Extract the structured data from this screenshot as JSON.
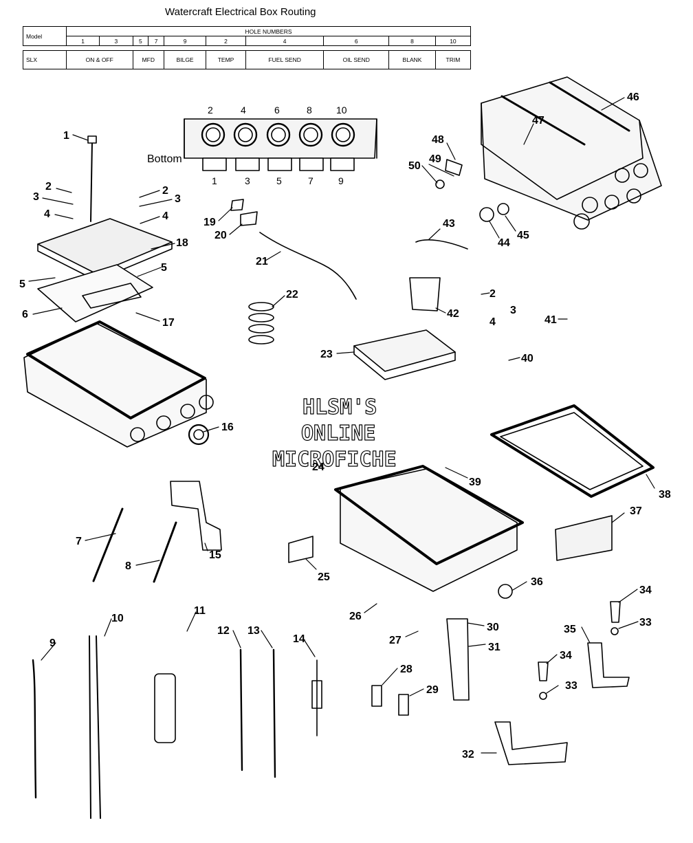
{
  "title": "Watercraft Electrical Box Routing",
  "table": {
    "model_header": "Model",
    "hole_numbers_header": "HOLE NUMBERS",
    "hole_numbers": [
      "1",
      "3",
      "5",
      "7",
      "9",
      "2",
      "4",
      "6",
      "8",
      "10"
    ],
    "model": "SLX",
    "functions": [
      {
        "label": "ON  &  OFF",
        "span": 2
      },
      {
        "label": "MFD",
        "span": 2
      },
      {
        "label": "BILGE",
        "span": 1
      },
      {
        "label": "TEMP",
        "span": 1
      },
      {
        "label": "FUEL SEND",
        "span": 1
      },
      {
        "label": "OIL SEND",
        "span": 1
      },
      {
        "label": "BLANK",
        "span": 1
      },
      {
        "label": "TRIM",
        "span": 1
      }
    ]
  },
  "bottom_view": {
    "label": "Bottom",
    "top_holes": [
      "2",
      "4",
      "6",
      "8",
      "10"
    ],
    "bottom_holes": [
      "1",
      "3",
      "5",
      "7",
      "9"
    ]
  },
  "watermark": [
    "HLSM'S",
    "ONLINE",
    "MICROFICHE"
  ],
  "callouts": [
    "1",
    "2",
    "3",
    "4",
    "2",
    "3",
    "4",
    "18",
    "5",
    "5",
    "6",
    "17",
    "16",
    "19",
    "20",
    "21",
    "22",
    "23",
    "24",
    "43",
    "42",
    "2",
    "3",
    "4",
    "40",
    "41",
    "46",
    "47",
    "48",
    "49",
    "50",
    "44",
    "45",
    "38",
    "39",
    "37",
    "36",
    "25",
    "26",
    "27",
    "30",
    "31",
    "34",
    "33",
    "35",
    "34",
    "33",
    "32",
    "28",
    "29",
    "7",
    "8",
    "15",
    "9",
    "10",
    "11",
    "12",
    "13",
    "14"
  ]
}
